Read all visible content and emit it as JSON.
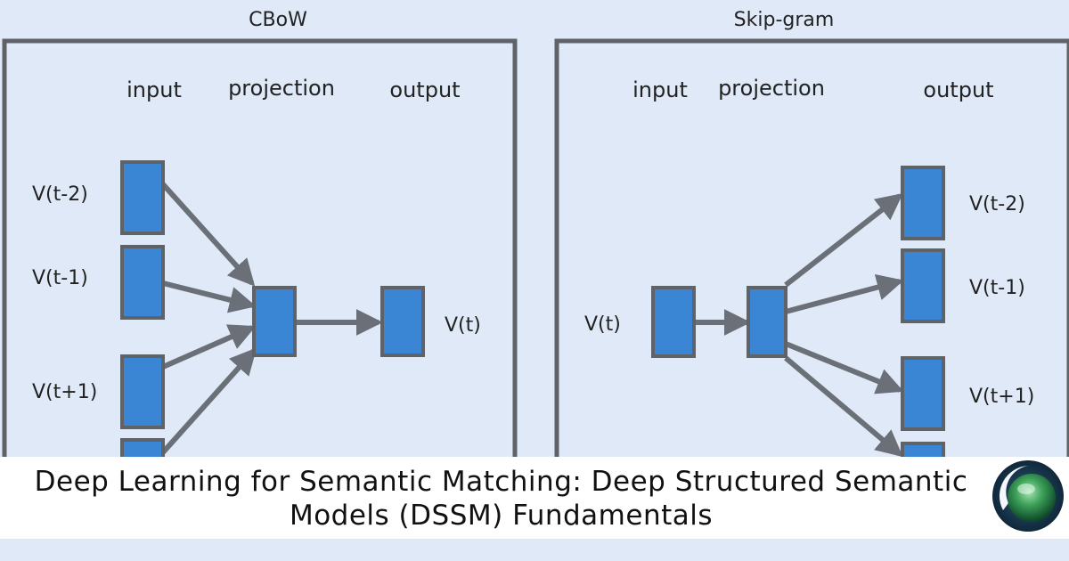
{
  "colors": {
    "background": "#dfe9f7",
    "frame": "#5f6368",
    "node_fill": "#3b86d4",
    "node_stroke": "#5f6368",
    "arrow": "#6b7078",
    "text": "#222222"
  },
  "diagrams": {
    "cbow": {
      "title": "CBoW",
      "input_label": "input",
      "projection_label": "projection",
      "output_label": "output",
      "nodes": {
        "in1": "V(t-2)",
        "in2": "V(t-1)",
        "in3": "V(t+1)",
        "out": "V(t)"
      }
    },
    "skipgram": {
      "title": "Skip-gram",
      "input_label": "input",
      "projection_label": "projection",
      "output_label": "output",
      "nodes": {
        "in": "V(t)",
        "out1": "V(t-2)",
        "out2": "V(t-1)",
        "out3": "V(t+1)"
      }
    }
  },
  "banner": {
    "title": "Deep Learning for Semantic Matching: Deep Structured Semantic Models (DSSM) Fundamentals"
  },
  "logo": {
    "icon": "globe-logo-icon"
  }
}
